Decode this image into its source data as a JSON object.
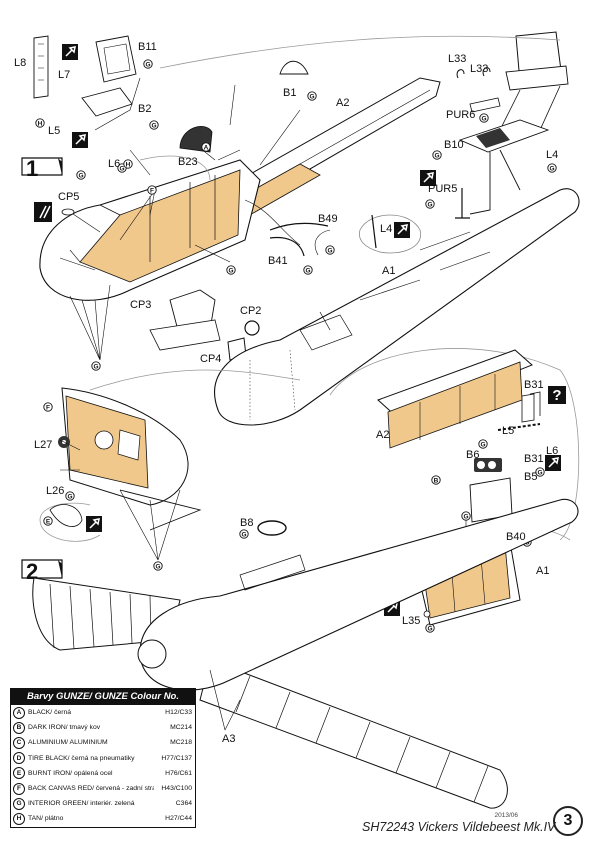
{
  "steps": [
    "1",
    "2"
  ],
  "part_labels": {
    "l8": "L8",
    "l7": "L7",
    "b11": "B11",
    "b2": "B2",
    "l5": "L5",
    "l6": "L6",
    "b1": "B1",
    "a2_top": "A2",
    "b23": "B23",
    "cp5": "CP5",
    "b49": "B49",
    "b41": "B41",
    "cp3": "CP3",
    "cp2": "CP2",
    "cp4": "CP4",
    "a1_top": "A1",
    "l33a": "L33",
    "l33b": "L33",
    "pur6": "PUR6",
    "b10": "B10",
    "l4": "L4",
    "pur5": "PUR5",
    "l4_detail": "L4",
    "b31a": "B31",
    "b31b": "B31",
    "a2_mid": "A2",
    "l5_mid": "L5",
    "l6_mid": "L6",
    "b6": "B6",
    "b5": "B5",
    "b40": "B40",
    "a1_mid": "A1",
    "l35": "L35",
    "l27": "L27",
    "l26": "L26",
    "b8": "B8",
    "a3": "A3"
  },
  "colour_table": {
    "title": "Barvy GUNZE/ GUNZE Colour No.",
    "rows": [
      {
        "mark": "A",
        "name": "BLACK/ černá",
        "code": "H12/C33"
      },
      {
        "mark": "B",
        "name": "DARK IRON/ tmavý kov",
        "code": "MC214"
      },
      {
        "mark": "C",
        "name": "ALUMINIUM/ ALUMINIUM",
        "code": "MC218"
      },
      {
        "mark": "D",
        "name": "TIRE BLACK/ černá na pneumatiky",
        "code": "H77/C137"
      },
      {
        "mark": "E",
        "name": "BURNT IRON/ opálená ocel",
        "code": "H76/C61"
      },
      {
        "mark": "F",
        "name": "BACK CANVAS RED/ červená - zadní strana plátna",
        "code": "H43/C100"
      },
      {
        "mark": "G",
        "name": "INTERIOR GREEN/ interiér. zelená",
        "code": "C364"
      },
      {
        "mark": "H",
        "name": "TAN/ plátno",
        "code": "H27/C44"
      }
    ]
  },
  "footer": {
    "date": "2013/06",
    "title": "SH72243 Vickers Vildebeest Mk.IV",
    "page": "3"
  },
  "colors": {
    "canvas_tan": "#f0c88c",
    "ink": "#111111"
  }
}
